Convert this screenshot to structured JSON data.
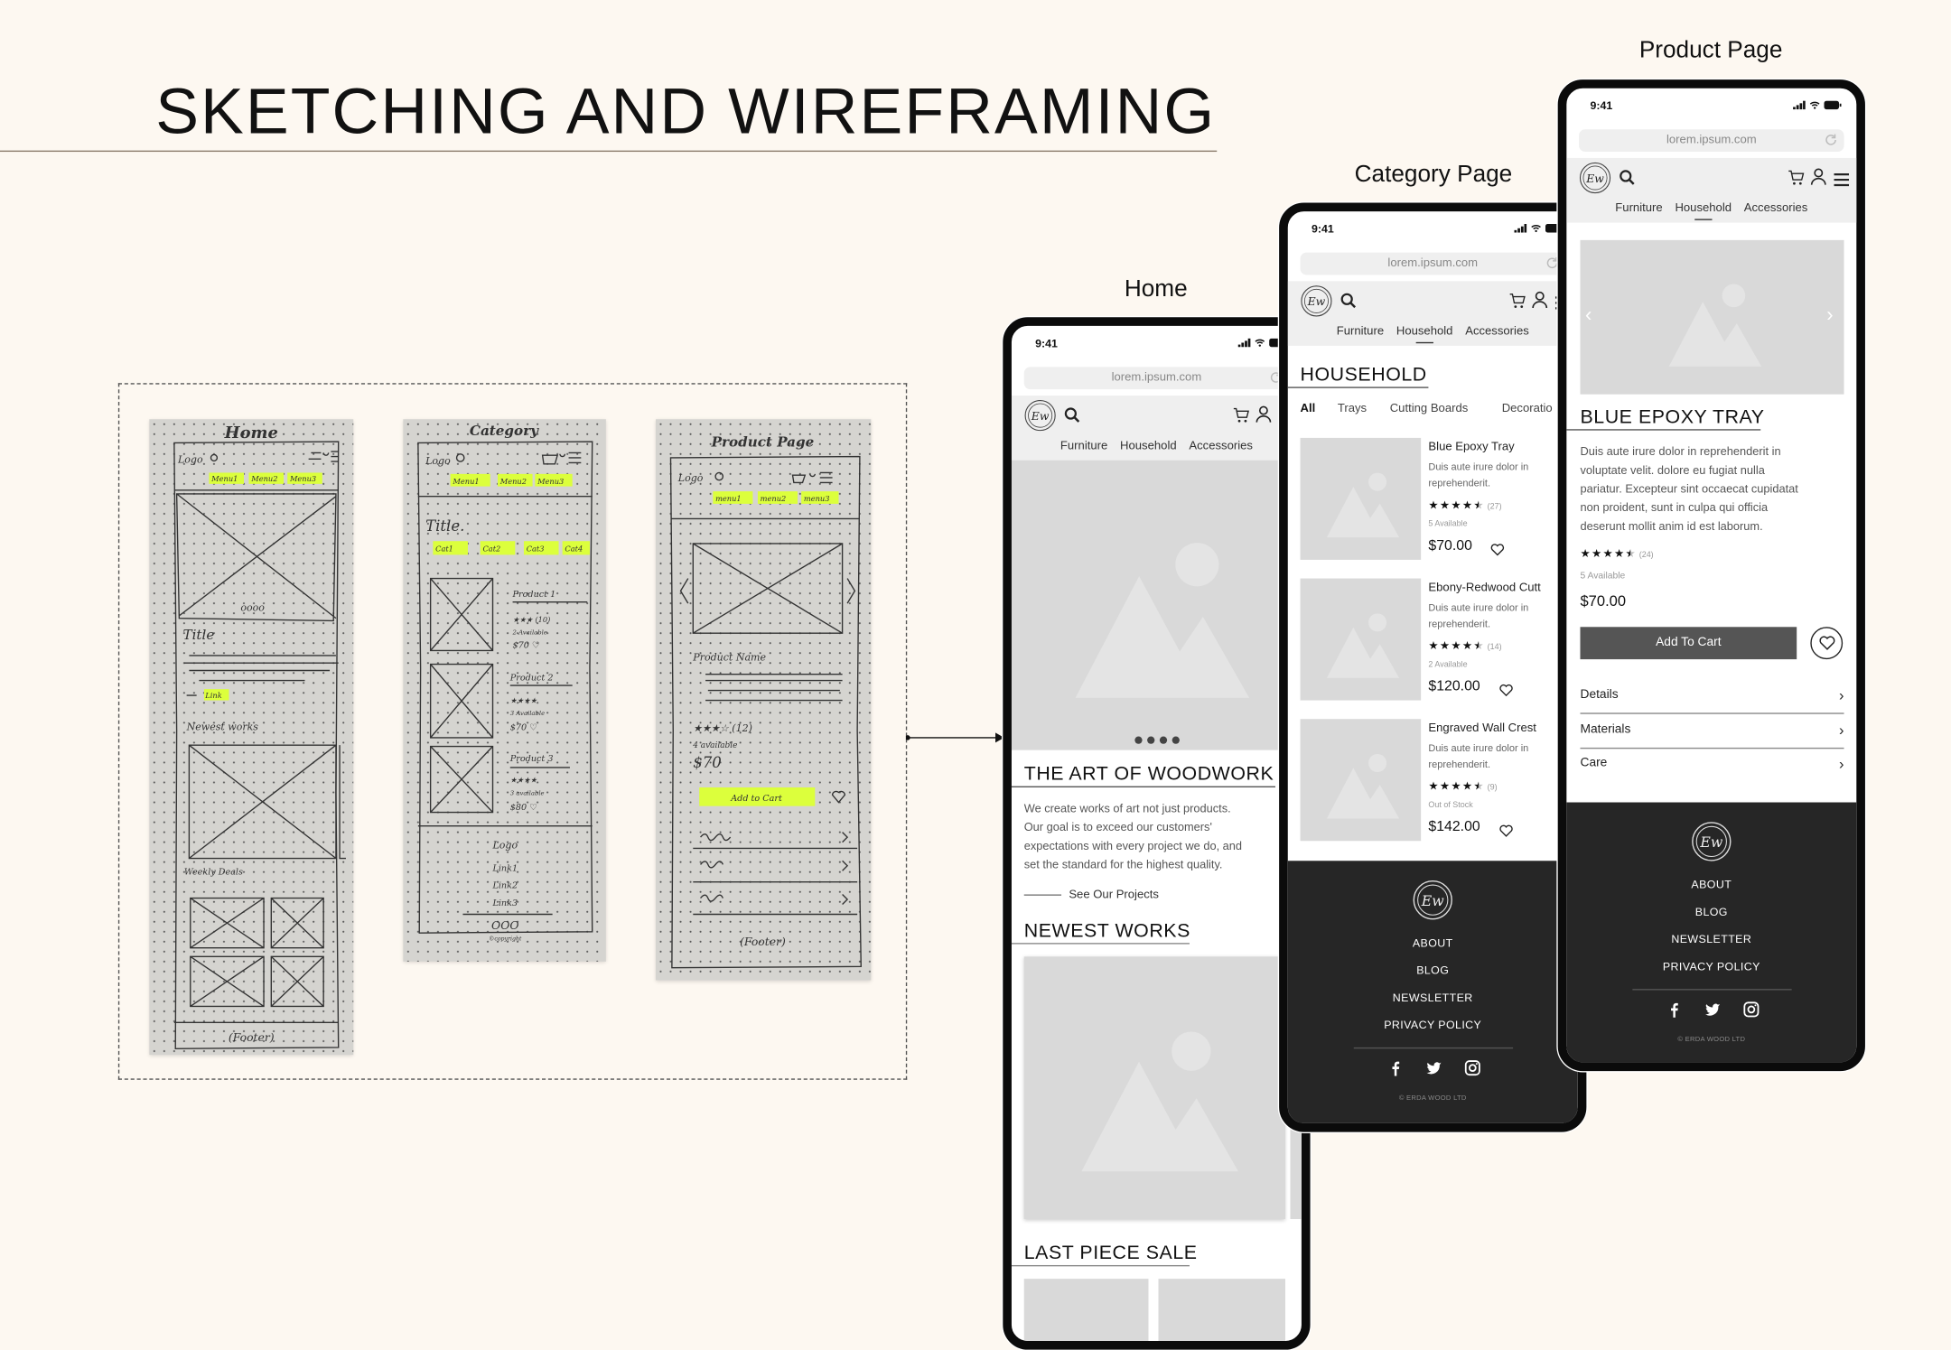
{
  "slide": {
    "title": "SKETCHING AND WIREFRAMING"
  },
  "colors": {
    "background": "#fdf8f1",
    "highlighter": "#dcff3c",
    "placeholder": "#d9d9d9",
    "footer": "#262626",
    "button": "#555555"
  },
  "sketches": {
    "home": {
      "title": "Home",
      "logo": "Logo",
      "menus": [
        "Menu1",
        "Menu2",
        "Menu3"
      ],
      "dots": "oooo",
      "heading": "Title",
      "link": "Link",
      "newest": "Newest works",
      "deals": "Weekly Deals",
      "footer": "(Footer)"
    },
    "category": {
      "title": "Category",
      "logo": "Logo",
      "menus": [
        "Menu1",
        "Menu2",
        "Menu3"
      ],
      "heading": "Title.",
      "cats": [
        "Cat1",
        "Cat2",
        "Cat3",
        "Cat4"
      ],
      "products": [
        {
          "name": "Product 1",
          "stars": "★★★ (10)",
          "avail": "2 Available",
          "price": "$70 ♡"
        },
        {
          "name": "Product 2",
          "stars": "★★★★",
          "avail": "3 Available",
          "price": "$70 ♡"
        },
        {
          "name": "Product 3",
          "stars": "★★★★",
          "avail": "3 available",
          "price": "$80 ♡"
        }
      ],
      "footer_logo": "Logo",
      "links": [
        "Link1",
        "Link2",
        "Link3"
      ],
      "social": "OOO",
      "copyright": "©copyright"
    },
    "product": {
      "title": "Product Page",
      "logo": "Logo",
      "menus": [
        "menu1",
        "menu2",
        "menu3"
      ],
      "name": "Product Name",
      "stars": "★★★☆ (12)",
      "avail": "4 available",
      "price": "$70",
      "cart": "Add to Cart",
      "footer": "(Footer)"
    }
  },
  "brand": {
    "logo_text": "Ew"
  },
  "phones": {
    "home": {
      "label": "Home",
      "time": "9:41",
      "url": "lorem.ipsum.com",
      "nav": [
        "Furniture",
        "Household",
        "Accessories"
      ],
      "hero_slides": 4,
      "intro_title": "THE ART OF WOODWORK",
      "intro_lines": [
        "We create works of art not just products.",
        "Our goal is to exceed our customers'",
        "expectations with every project we do, and",
        "set the standard for the highest quality."
      ],
      "intro_link": "See Our Projects",
      "newest_title": "NEWEST WORKS",
      "sale_title": "LAST PIECE SALE"
    },
    "category": {
      "label": "Category Page",
      "time": "9:41",
      "url": "lorem.ipsum.com",
      "nav": [
        "Furniture",
        "Household",
        "Accessories"
      ],
      "active_nav": 1,
      "title": "HOUSEHOLD",
      "tabs": [
        "All",
        "Trays",
        "Cutting Boards",
        "Decoratio"
      ],
      "products": [
        {
          "name": "Blue Epoxy Tray",
          "desc": "Duis aute irure dolor in reprehenderit.",
          "rating": 4.5,
          "count": "(27)",
          "availability": "5 Available",
          "price": "$70.00"
        },
        {
          "name": "Ebony-Redwood Cutt",
          "desc": "Duis aute irure dolor in reprehenderit.",
          "rating": 4.5,
          "count": "(14)",
          "availability": "2 Available",
          "price": "$120.00"
        },
        {
          "name": "Engraved Wall Crest",
          "desc": "Duis aute irure dolor in reprehenderit.",
          "rating": 4.5,
          "count": "(9)",
          "availability": "Out of Stock",
          "price": "$142.00"
        }
      ]
    },
    "product": {
      "label": "Product Page",
      "time": "9:41",
      "url": "lorem.ipsum.com",
      "nav": [
        "Furniture",
        "Household",
        "Accessories"
      ],
      "active_nav": 1,
      "title": "BLUE EPOXY TRAY",
      "desc_lines": [
        "Duis aute irure dolor in reprehenderit in",
        "voluptate velit. dolore eu fugiat nulla",
        "pariatur. Excepteur sint occaecat cupidatat",
        "non proident, sunt in culpa qui officia",
        "deserunt mollit anim id est laborum."
      ],
      "rating": 4.5,
      "count": "(24)",
      "availability": "5 Available",
      "price": "$70.00",
      "add_to_cart": "Add To Cart",
      "accordion": [
        "Details",
        "Materials",
        "Care"
      ]
    }
  },
  "footer": {
    "links": [
      "ABOUT",
      "BLOG",
      "NEWSLETTER",
      "PRIVACY POLICY"
    ],
    "copyright": "© ERDA WOOD LTD"
  }
}
